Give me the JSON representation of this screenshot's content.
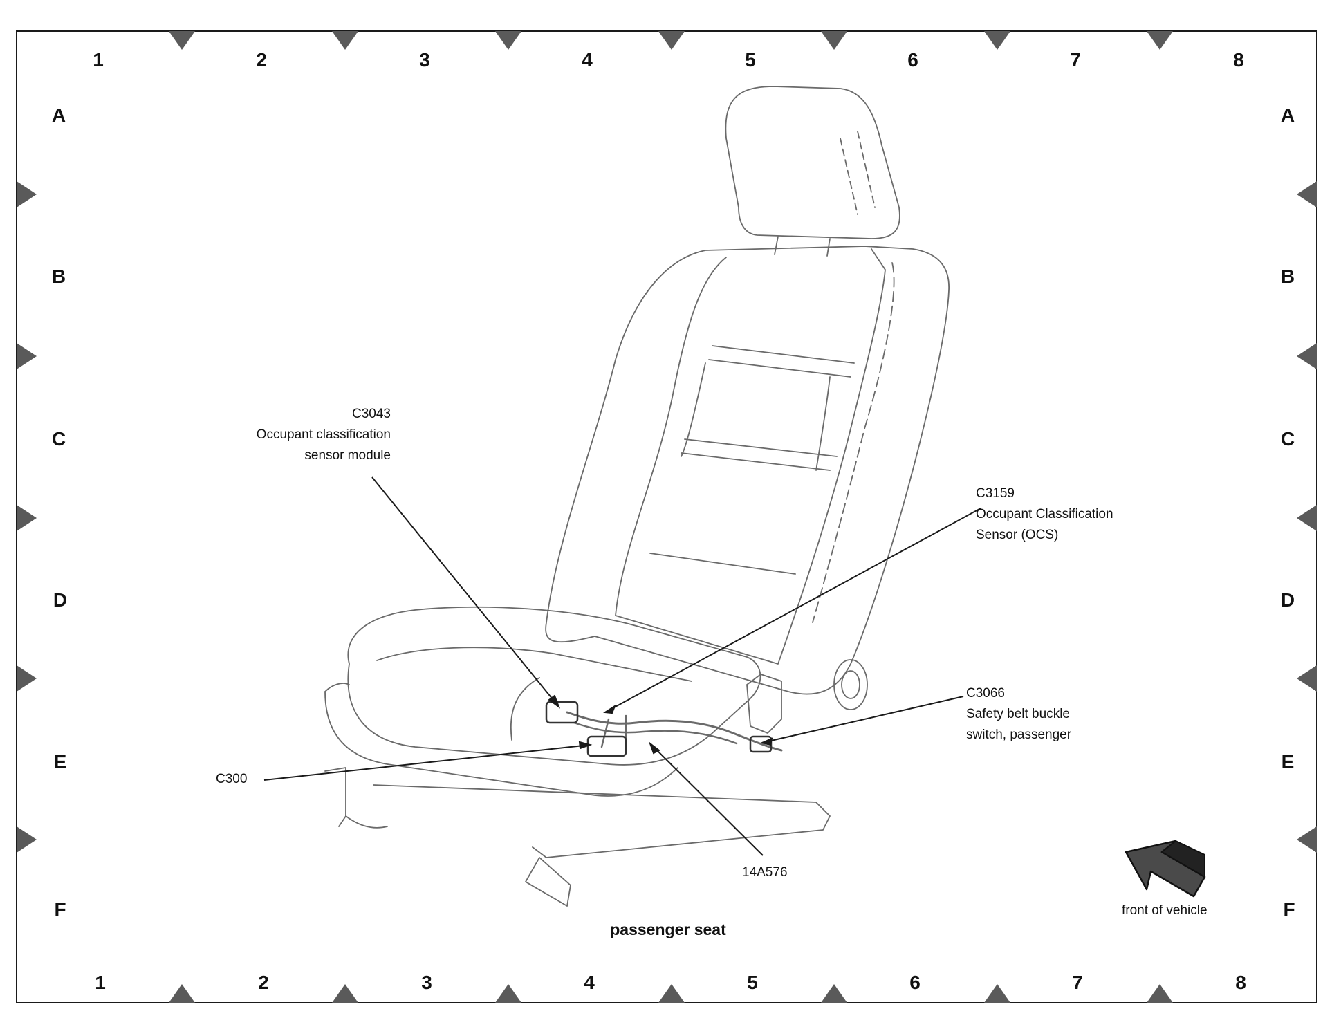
{
  "grid": {
    "columns": [
      "1",
      "2",
      "3",
      "4",
      "5",
      "6",
      "7",
      "8"
    ],
    "rows": [
      "A",
      "B",
      "C",
      "D",
      "E",
      "F"
    ]
  },
  "labels": {
    "c3043": {
      "code": "C3043",
      "line1": "Occupant classification",
      "line2": "sensor module"
    },
    "c3159": {
      "code": "C3159",
      "line1": "Occupant Classification",
      "line2": "Sensor (OCS)"
    },
    "c3066": {
      "code": "C3066",
      "line1": "Safety belt buckle",
      "line2": "switch, passenger"
    },
    "c300": "C300",
    "harness": "14A576"
  },
  "caption": "passenger seat",
  "direction": {
    "label": "front of vehicle",
    "icon": "front-of-vehicle-arrow-icon"
  },
  "colors": {
    "line": "#1a1a1a",
    "marker": "#5a5a5a",
    "drawing": "#6a6a6a"
  }
}
